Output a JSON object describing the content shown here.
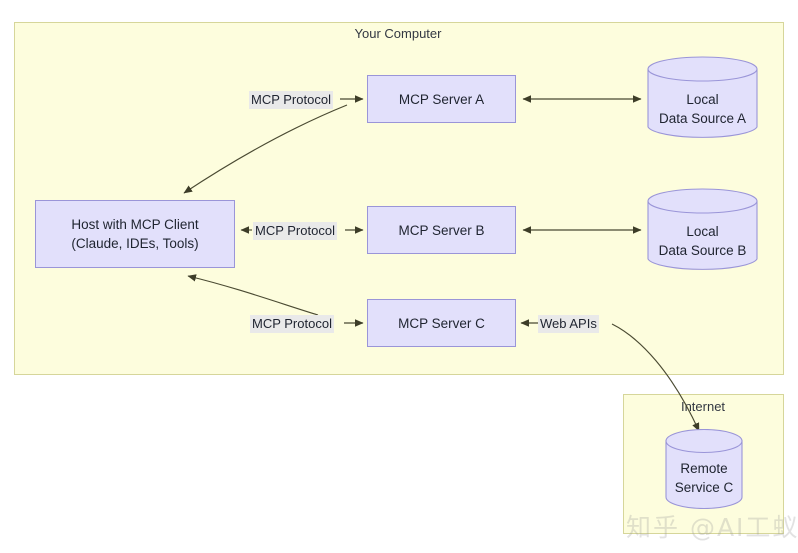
{
  "diagram": {
    "title_group": "Your Computer",
    "internet_group": "Internet",
    "colors": {
      "group_fill": "#fdfddd",
      "group_stroke": "#d6d69a",
      "node_fill": "#e2e0fb",
      "node_stroke": "#9a95d8",
      "edge_stroke": "#4a4a32",
      "label_bg": "#e9e9e9",
      "text": "#1f2430"
    },
    "nodes": {
      "host": {
        "line1": "Host with MCP Client",
        "line2": "(Claude, IDEs, Tools)"
      },
      "server_a": "MCP Server A",
      "server_b": "MCP Server B",
      "server_c": "MCP Server C",
      "data_source_a": {
        "line1": "Local",
        "line2": "Data Source A"
      },
      "data_source_b": {
        "line1": "Local",
        "line2": "Data Source B"
      },
      "remote_service_c": {
        "line1": "Remote",
        "line2": "Service C"
      }
    },
    "edge_labels": {
      "protocol_a": "MCP Protocol",
      "protocol_b": "MCP Protocol",
      "protocol_c": "MCP Protocol",
      "web_apis": "Web APIs"
    },
    "watermark": "知乎 @AI工蚁"
  }
}
